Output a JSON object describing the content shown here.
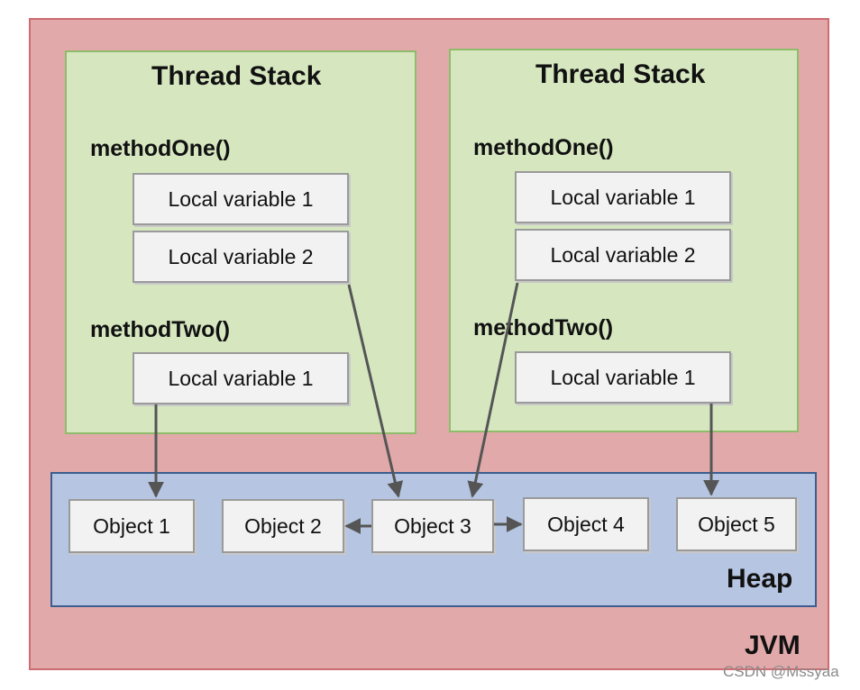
{
  "jvm": {
    "label": "JVM"
  },
  "heap": {
    "label": "Heap"
  },
  "thread_stacks": [
    {
      "title": "Thread Stack",
      "methods": [
        {
          "name": "methodOne()",
          "locals": [
            "Local variable 1",
            "Local variable 2"
          ]
        },
        {
          "name": "methodTwo()",
          "locals": [
            "Local variable 1"
          ]
        }
      ]
    },
    {
      "title": "Thread Stack",
      "methods": [
        {
          "name": "methodOne()",
          "locals": [
            "Local variable 1",
            "Local variable 2"
          ]
        },
        {
          "name": "methodTwo()",
          "locals": [
            "Local variable 1"
          ]
        }
      ]
    }
  ],
  "objects": [
    "Object 1",
    "Object 2",
    "Object 3",
    "Object 4",
    "Object 5"
  ],
  "references": [
    {
      "from": "left.methodTwo.local1",
      "to": "Object 1"
    },
    {
      "from": "left.methodOne.local2",
      "to": "Object 3"
    },
    {
      "from": "right.methodOne.local2",
      "to": "Object 3"
    },
    {
      "from": "right.methodTwo.local1",
      "to": "Object 5"
    },
    {
      "from": "Object 3",
      "to": "Object 2"
    },
    {
      "from": "Object 3",
      "to": "Object 4"
    }
  ],
  "watermark": "CSDN @Mssyaa",
  "colors": {
    "jvm_fill": "#e2a9aa",
    "stack_fill": "#d6e7c0",
    "heap_fill": "#b6c6e2",
    "box_fill": "#f2f2f2",
    "arrow": "#555555"
  }
}
